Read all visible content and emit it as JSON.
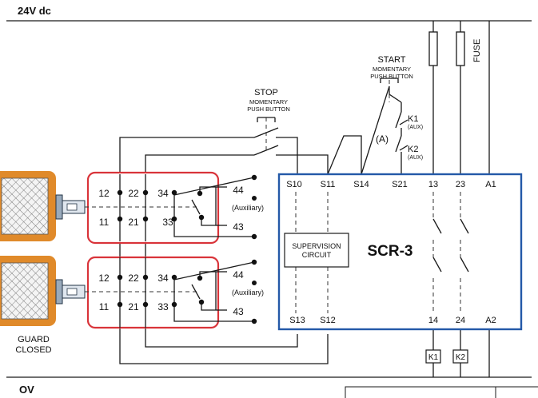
{
  "rails": {
    "top": "24V dc",
    "bottom": "OV"
  },
  "labels": {
    "stop": "STOP",
    "stop_sub1": "MOMENTARY",
    "stop_sub2": "PUSH BUTTON",
    "start": "START",
    "start_sub1": "MOMENTARY",
    "start_sub2": "PUSH BUTTON",
    "k1": "K1",
    "k2": "K2",
    "aux": "(AUX)",
    "a_mark": "(A)",
    "fuse": "FUSE",
    "auxiliary": "(Auxiliary)",
    "guard_1": "GUARD",
    "guard_2": "CLOSED"
  },
  "switch_terminals": [
    "12",
    "22",
    "34",
    "44",
    "11",
    "21",
    "33",
    "43"
  ],
  "relay": {
    "name": "SCR-3",
    "supervision_1": "SUPERVISION",
    "supervision_2": "CIRCUIT",
    "top_terminals": [
      "S10",
      "S11",
      "S14",
      "S21",
      "13",
      "23",
      "A1"
    ],
    "bottom_terminals": [
      "S13",
      "S12",
      "14",
      "24",
      "A2"
    ]
  },
  "coils": [
    "K1",
    "K2"
  ],
  "colors": {
    "relay_border": "#2459a8",
    "switch_border": "#d9343a",
    "actuator": "#e08a2a"
  }
}
